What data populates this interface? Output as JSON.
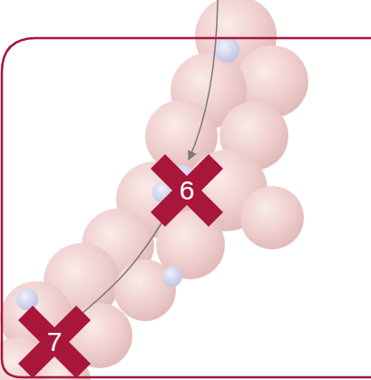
{
  "diagram": {
    "nodes": [
      {
        "text": [
          "6"
        ]
      },
      {
        "text": [
          "7"
        ]
      }
    ],
    "edges": [
      {
        "from": 0,
        "to": 1,
        "arrow": "none"
      }
    ]
  }
}
